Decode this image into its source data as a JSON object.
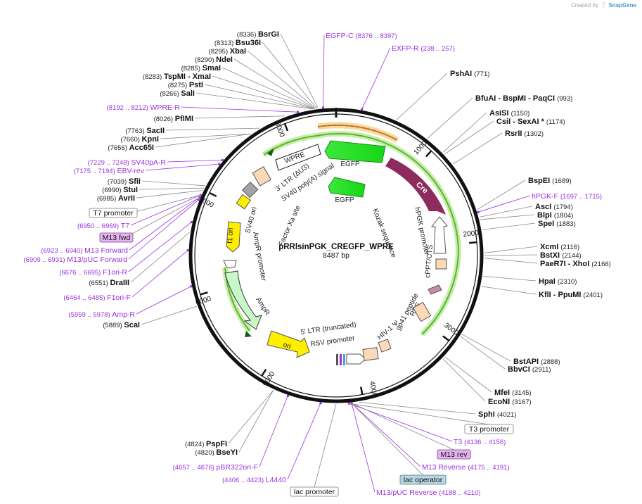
{
  "credit": {
    "prefix": "Created by",
    "brand": "SnapGene"
  },
  "plasmid": {
    "name": "pRRlsinPGK_CREGFP_WPRE",
    "size": "8487 bp"
  },
  "colors": {
    "enzyme": "#111111",
    "primer": "#9b30e0",
    "backbone": "#222222",
    "green_cds": "#1de51d",
    "cre": "#8e2b5e",
    "ampr": "#c8f7c8",
    "ori": "#ffee00"
  },
  "ticks": [
    "1000",
    "2000",
    "3000",
    "4000",
    "5000",
    "6000",
    "7000",
    "8000"
  ],
  "right_sites": [
    {
      "name": "PshAI",
      "pos": "(771)"
    },
    {
      "name": "BfuAI  - BspMI  - PaqCI",
      "pos": "(993)"
    },
    {
      "name": "AsiSI",
      "pos": "(1150)"
    },
    {
      "name": "CsiI  - SexAI *",
      "pos": "(1174)"
    },
    {
      "name": "RsrII",
      "pos": "(1302)"
    },
    {
      "name": "BspEI",
      "pos": "(1689)"
    },
    {
      "name": "AscI",
      "pos": "(1794)"
    },
    {
      "name": "BlpI",
      "pos": "(1804)"
    },
    {
      "name": "SpeI",
      "pos": "(1883)"
    },
    {
      "name": "XcmI",
      "pos": "(2116)"
    },
    {
      "name": "BstXI",
      "pos": "(2144)"
    },
    {
      "name": "PaeR7I  - XhoI",
      "pos": "(2166)"
    },
    {
      "name": "HpaI",
      "pos": "(2310)"
    },
    {
      "name": "KflI  - PpuMI",
      "pos": "(2401)"
    },
    {
      "name": "BstAPI",
      "pos": "(2888)"
    },
    {
      "name": "BbvCI",
      "pos": "(2911)"
    },
    {
      "name": "MfeI",
      "pos": "(3145)"
    },
    {
      "name": "EcoNI",
      "pos": "(3167)"
    },
    {
      "name": "SphI",
      "pos": "(4021)"
    }
  ],
  "left_sites": [
    {
      "name": "BsrGI",
      "pos": "(8336)"
    },
    {
      "name": "Bsu36I",
      "pos": "(8313)"
    },
    {
      "name": "XbaI",
      "pos": "(8295)"
    },
    {
      "name": "NdeI",
      "pos": "(8290)"
    },
    {
      "name": "SmaI",
      "pos": "(8285)"
    },
    {
      "name": "TspMI  - XmaI",
      "pos": "(8283)"
    },
    {
      "name": "PstI",
      "pos": "(8275)"
    },
    {
      "name": "SalI",
      "pos": "(8266)"
    },
    {
      "name": "PflMI",
      "pos": "(8026)"
    },
    {
      "name": "SacII",
      "pos": "(7763)"
    },
    {
      "name": "KpnI",
      "pos": "(7660)"
    },
    {
      "name": "Acc65I",
      "pos": "(7656)"
    },
    {
      "name": "SfiI",
      "pos": "(7039)"
    },
    {
      "name": "StuI",
      "pos": "(6990)"
    },
    {
      "name": "AvrII",
      "pos": "(6985)"
    },
    {
      "name": "DraIII",
      "pos": "(6551)"
    },
    {
      "name": "ScaI",
      "pos": "(5889)"
    },
    {
      "name": "PspFI",
      "pos": "(4824)"
    },
    {
      "name": "BseYI",
      "pos": "(4820)"
    }
  ],
  "primers": [
    {
      "name": "EGFP-C",
      "pos": "(8376 .. 8397)"
    },
    {
      "name": "EXFP-R",
      "pos": "(238 .. 257)"
    },
    {
      "name": "WPRE-R",
      "pos": "(8192 .. 8212)"
    },
    {
      "name": "SV40pA-R",
      "pos": "(7229 .. 7248)"
    },
    {
      "name": "EBV-rev",
      "pos": "(7175 .. 7194)"
    },
    {
      "name": "hPGK-F",
      "pos": "(1697 .. 1715)"
    },
    {
      "name": "T7",
      "pos": "(6950 .. 6969)"
    },
    {
      "name": "M13 Forward",
      "pos": "(6923 .. 6940)"
    },
    {
      "name": "M13/pUC Forward",
      "pos": "(6909 .. 6931)"
    },
    {
      "name": "F1ori-R",
      "pos": "(6676 .. 6695)"
    },
    {
      "name": "F1ori-F",
      "pos": "(6464 .. 6485)"
    },
    {
      "name": "Amp-R",
      "pos": "(5959 .. 5978)"
    },
    {
      "name": "T3",
      "pos": "(4136 .. 4156)"
    },
    {
      "name": "M13 Reverse",
      "pos": "(4175 .. 4191)"
    },
    {
      "name": "pBR322ori-F",
      "pos": "(4657 .. 4676)"
    },
    {
      "name": "L4440",
      "pos": "(4406 .. 4423)"
    },
    {
      "name": "M13/pUC Reverse",
      "pos": "(4188 .. 4210)"
    }
  ],
  "boxed_labels": [
    "T7 promoter",
    "M13 fwd",
    "T3 promoter",
    "M13 rev",
    "lac operator",
    "lac promoter"
  ],
  "features": {
    "egfp_outer": "EGFP",
    "egfp_inner": "EGFP",
    "cre": "Cre",
    "wpre": "WPRE",
    "ltr3": "3' LTR (ΔU3)",
    "sv40pa": "SV40 poly(A) signal",
    "sv40ori": "SV40 ori",
    "f1ori": "f1 ori",
    "amprprom": "AmpR promoter",
    "ampr": "AmpR",
    "ori": "ori",
    "ltr5": "5' LTR (truncated)",
    "rsv": "RSV promoter",
    "hiv": "HIV-1 Ψ",
    "gp41": "gp41 peptide",
    "rre": "RRE",
    "cppt": "cPPT/CTS",
    "hpgk": "hPGK promoter",
    "kozak": "Kozak sequence",
    "factorxa": "Factor Xa site"
  }
}
